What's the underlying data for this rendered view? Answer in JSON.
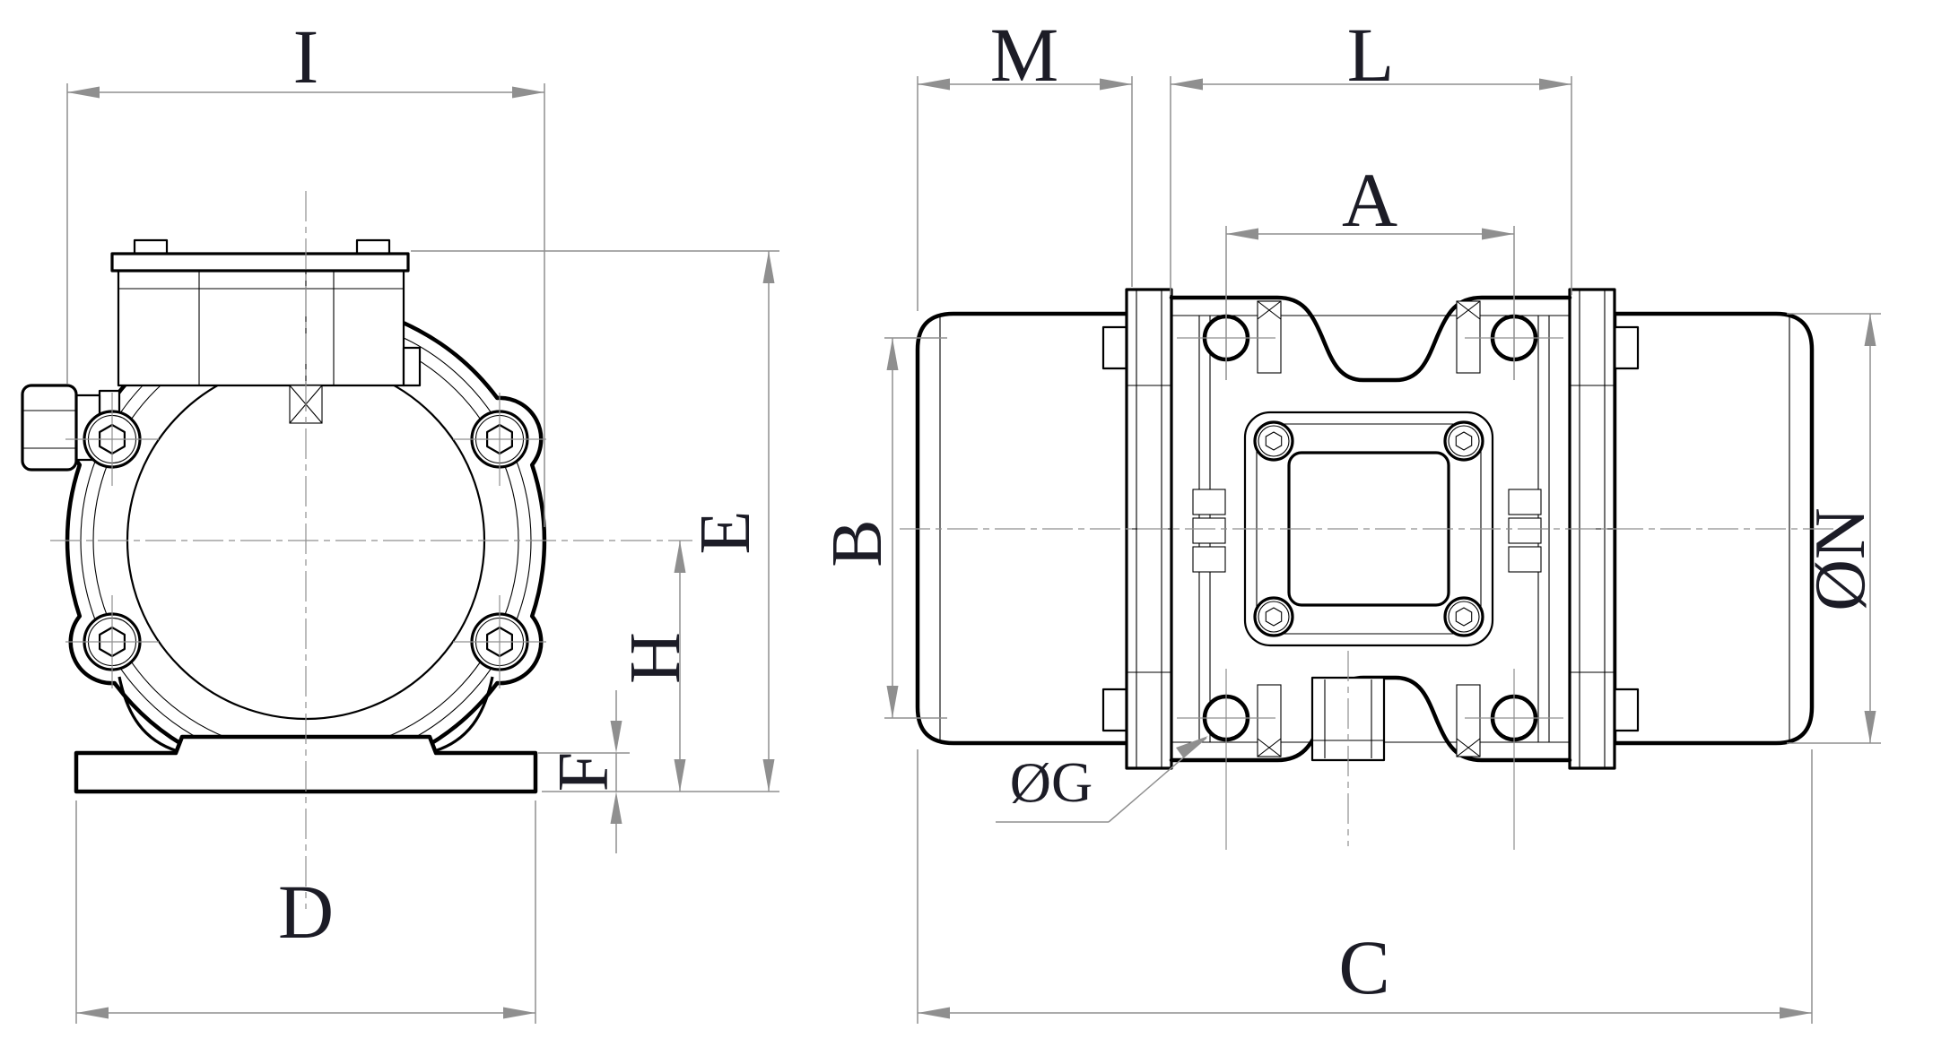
{
  "colors": {
    "geometry": "#000000",
    "dimension_lines": "#8f8f8f",
    "label_text": "#1c1c26",
    "background": "#ffffff"
  },
  "drawing": {
    "type": "technical-drawing",
    "subject": "vibration-motor-dimension-drawing",
    "views": {
      "front": {
        "name": "front-view",
        "dims": {
          "I": "I",
          "D": "D",
          "E": "E",
          "H": "H",
          "F": "F"
        }
      },
      "side": {
        "name": "side-view",
        "dims": {
          "M": "M",
          "L": "L",
          "A": "A",
          "B": "B",
          "C": "C",
          "OG": "ØG",
          "ON": "ØN"
        }
      }
    }
  }
}
